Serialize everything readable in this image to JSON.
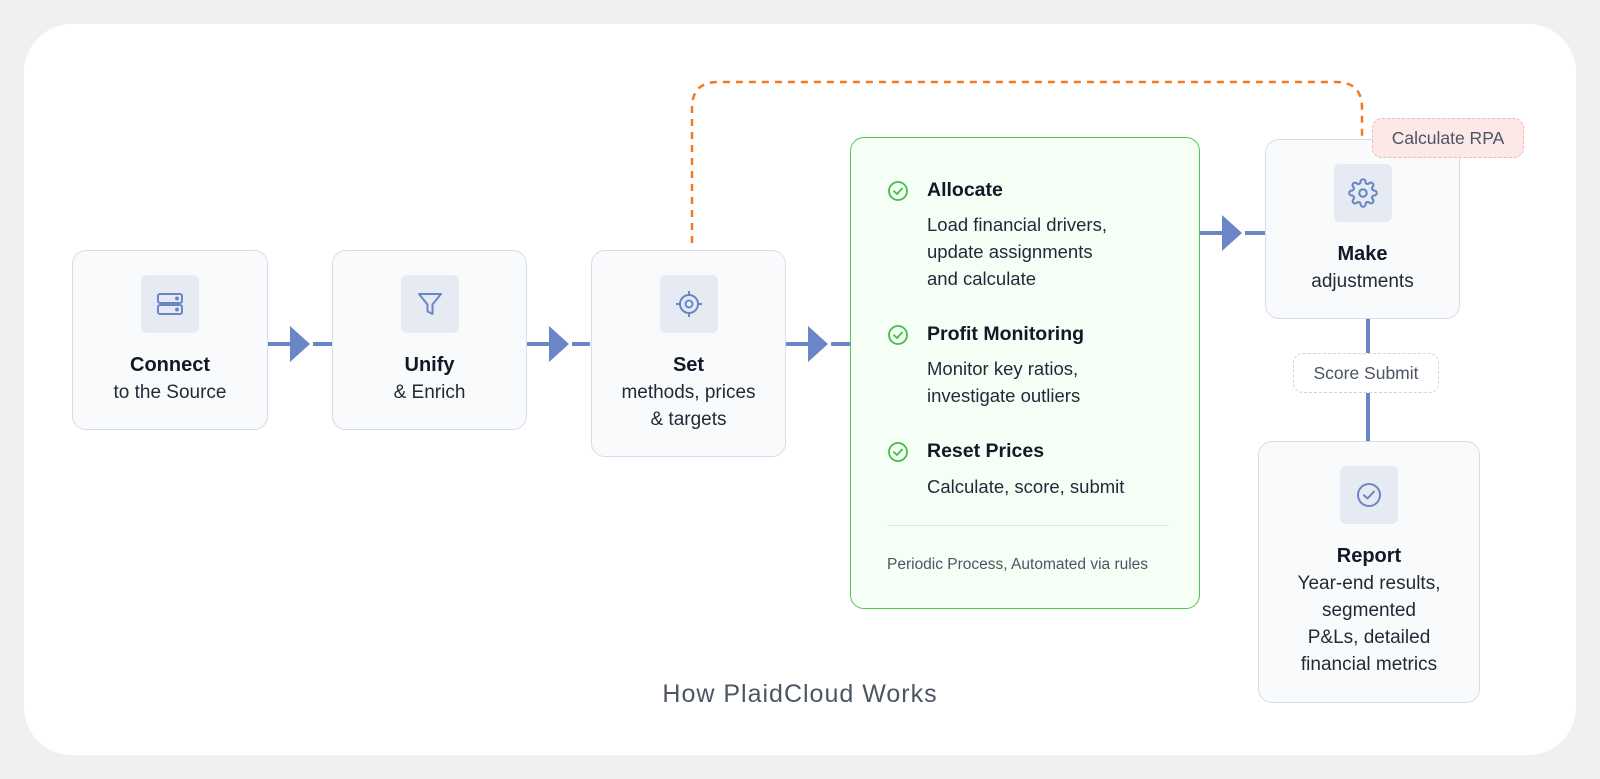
{
  "steps": [
    {
      "title": "Connect",
      "subtitle": [
        "to the Source"
      ],
      "icon": "server-icon"
    },
    {
      "title": "Unify",
      "subtitle": [
        "& Enrich"
      ],
      "icon": "filter-icon"
    },
    {
      "title": "Set",
      "subtitle": [
        "methods, prices",
        "& targets"
      ],
      "icon": "target-icon"
    }
  ],
  "periodic": {
    "items": [
      {
        "title": "Allocate",
        "body": [
          "Load financial drivers,",
          "update assignments",
          "and calculate"
        ]
      },
      {
        "title": "Profit Monitoring",
        "body": [
          "Monitor key ratios,",
          "investigate outliers"
        ]
      },
      {
        "title": "Reset Prices",
        "body": [
          "Calculate, score, submit"
        ]
      }
    ],
    "footer": "Periodic Process, Automated via rules"
  },
  "make": {
    "title": "Make",
    "subtitle": "adjustments",
    "icon": "gear-icon"
  },
  "report": {
    "title": "Report",
    "subtitle": [
      "Year-end results,",
      "segmented",
      "P&Ls, detailed",
      "financial metrics"
    ],
    "icon": "check-circle-icon"
  },
  "tags": {
    "calculate_rpa": "Calculate RPA",
    "score_submit": "Score Submit"
  },
  "caption": "How PlaidCloud Works",
  "colors": {
    "flow": "#6b86c6",
    "loop": "#f07a24",
    "green_border": "#4cc94c",
    "check": "#3ec23e",
    "icon": "#6b86c6"
  }
}
